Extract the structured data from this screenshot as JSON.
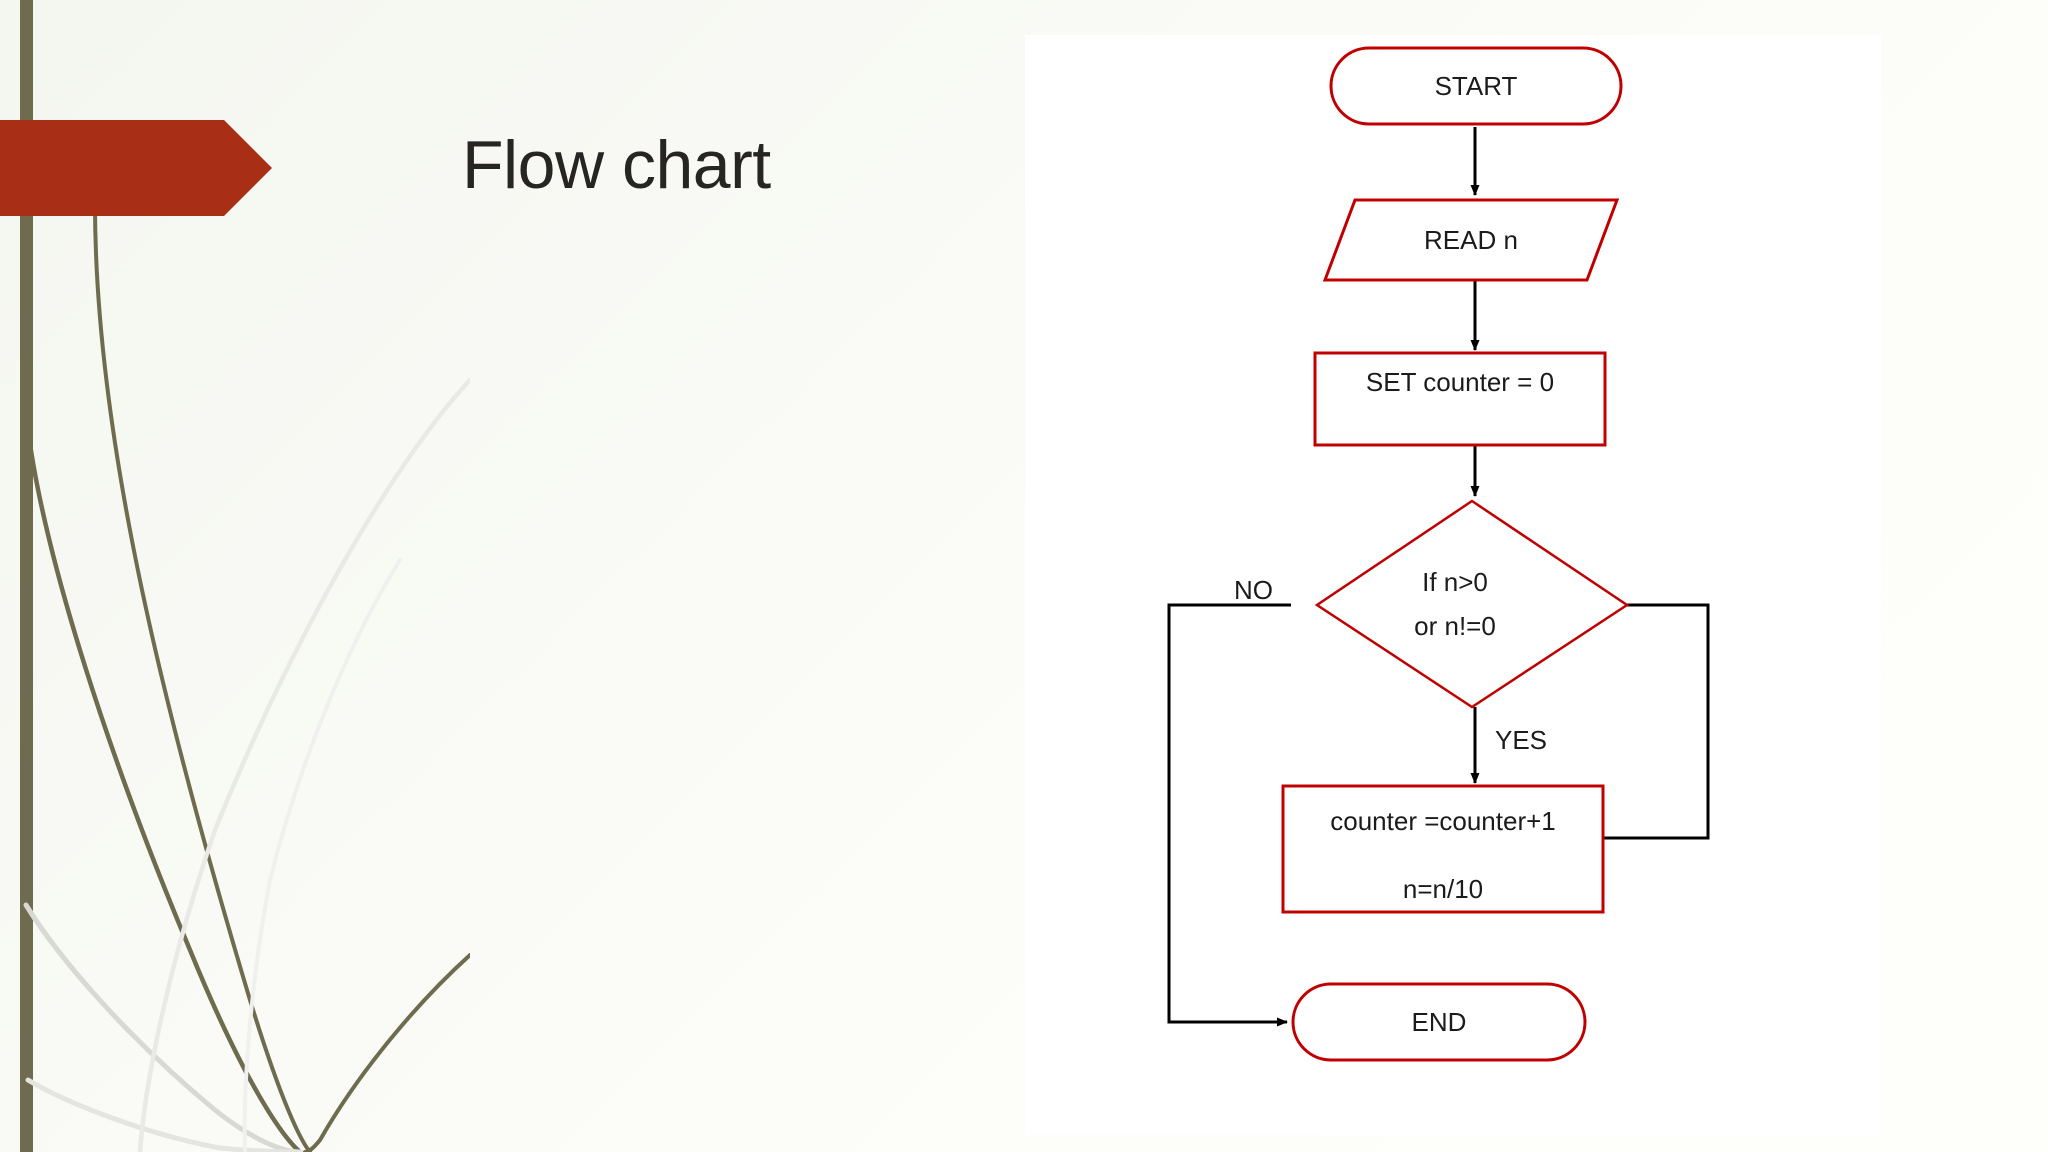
{
  "slide": {
    "title": "Flow chart",
    "background_gradient_from": "#f4f6f0",
    "background_gradient_to": "#fefefb",
    "accent_banner_color": "#a82e15",
    "accent_bar_color": "#6e6b4f",
    "panel_color": "#ffffff",
    "title_color": "#262523"
  },
  "chart_data": {
    "type": "diagram",
    "diagram_type": "flowchart",
    "title": "Flow chart",
    "node_border_color": "#c00000",
    "node_fill_color": "#ffffff",
    "connector_color": "#000000",
    "nodes": [
      {
        "id": "start",
        "shape": "terminator",
        "label": "START"
      },
      {
        "id": "read",
        "shape": "parallelogram",
        "label": "READ n"
      },
      {
        "id": "set",
        "shape": "process",
        "label": "SET counter = 0"
      },
      {
        "id": "decide",
        "shape": "decision",
        "label_line1": "If n>0",
        "label_line2": "or n!=0"
      },
      {
        "id": "update",
        "shape": "process",
        "label_line1": "counter =counter+1",
        "label_line2": "n=n/10"
      },
      {
        "id": "end",
        "shape": "terminator",
        "label": "END"
      }
    ],
    "edges": [
      {
        "from": "start",
        "to": "read",
        "label": ""
      },
      {
        "from": "read",
        "to": "set",
        "label": ""
      },
      {
        "from": "set",
        "to": "decide",
        "label": ""
      },
      {
        "from": "decide",
        "to": "end",
        "label": "NO"
      },
      {
        "from": "decide",
        "to": "update",
        "label": "YES"
      },
      {
        "from": "update",
        "to": "decide",
        "label": ""
      }
    ],
    "edge_labels": {
      "no": "NO",
      "yes": "YES"
    }
  }
}
